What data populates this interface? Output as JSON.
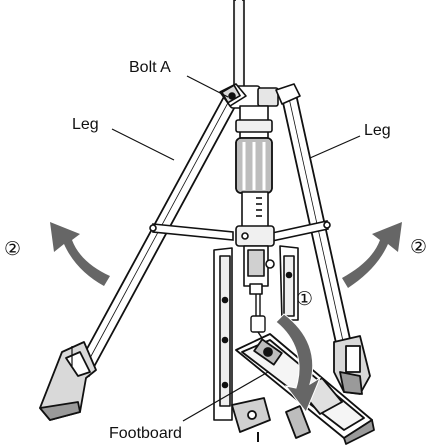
{
  "labels": {
    "bolt_a": "Bolt A",
    "leg_left": "Leg",
    "leg_right": "Leg",
    "footboard": "Footboard"
  },
  "steps": {
    "step_1": "①",
    "step_2_left": "②",
    "step_2_right": "②"
  },
  "colors": {
    "line": "#111111",
    "arrow": "#666666",
    "metal_light": "#eeeeee",
    "metal_mid": "#bfbfbf",
    "metal_dark": "#444444"
  }
}
